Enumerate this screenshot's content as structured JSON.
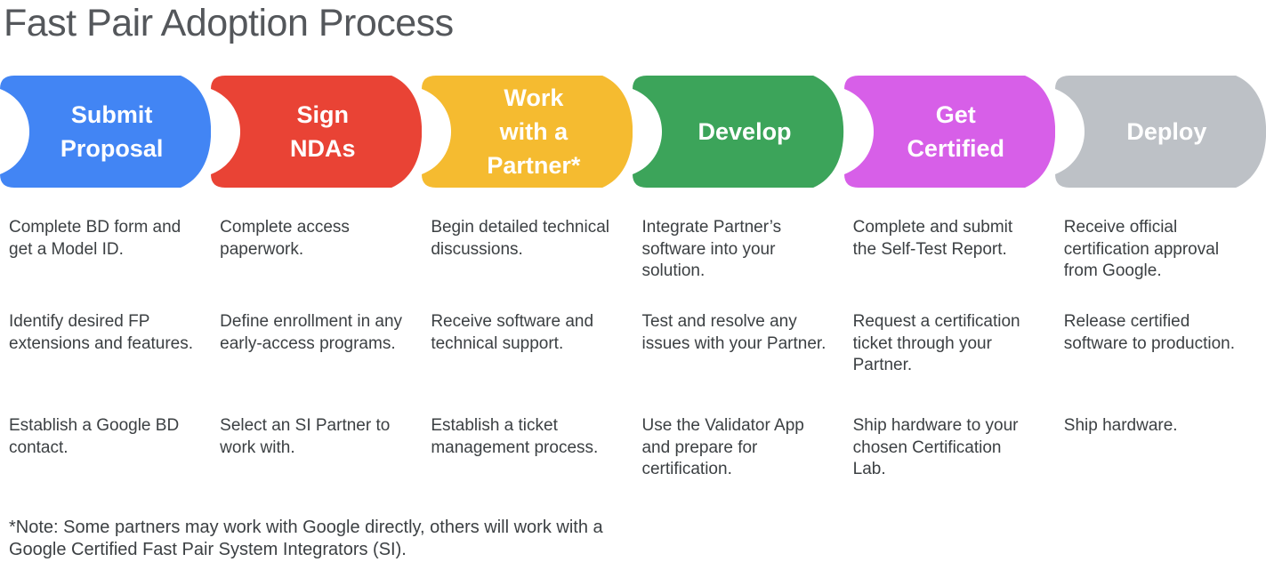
{
  "title": "Fast Pair Adoption Process",
  "colors": {
    "blue": "#4285F4",
    "red": "#E94335",
    "yellow": "#F5BB30",
    "green": "#3CA45A",
    "magenta": "#D75FE8",
    "gray": "#BDC1C6",
    "body_text": "#3C4043",
    "title_text": "#54575B",
    "step_label_text": "#FFFFFF"
  },
  "steps": [
    {
      "label": "Submit Proposal",
      "label_lines": [
        "Submit",
        "Proposal"
      ],
      "color": "#4285F4",
      "details": [
        "Complete BD form and get a Model ID.",
        "Identify desired FP extensions and features.",
        "Establish a Google BD contact."
      ]
    },
    {
      "label": "Sign NDAs",
      "label_lines": [
        "Sign",
        "NDAs"
      ],
      "color": "#E94335",
      "details": [
        "Complete access paperwork.",
        "Define enrollment in any early-access programs.",
        "Select an SI Partner to work with."
      ]
    },
    {
      "label": "Work with a Partner*",
      "label_lines": [
        "Work",
        "with a",
        "Partner*"
      ],
      "color": "#F5BB30",
      "details": [
        "Begin detailed technical discussions.",
        "Receive software and technical support.",
        "Establish a ticket management process."
      ]
    },
    {
      "label": "Develop",
      "label_lines": [
        "Develop"
      ],
      "color": "#3CA45A",
      "details": [
        "Integrate Partner’s software into your solution.",
        "Test and resolve any issues with your Partner.",
        "Use the Validator App and prepare for certification."
      ]
    },
    {
      "label": "Get Certified",
      "label_lines": [
        "Get",
        "Certified"
      ],
      "color": "#D75FE8",
      "details": [
        "Complete and submit the Self-Test Report.",
        "Request a certification ticket through your Partner.",
        "Ship hardware to your chosen Certification Lab."
      ]
    },
    {
      "label": "Deploy",
      "label_lines": [
        "Deploy"
      ],
      "color": "#BDC1C6",
      "details": [
        "Receive official certification approval from Google.",
        "Release certified software to production.",
        "Ship hardware."
      ]
    }
  ],
  "footnote": "*Note: Some partners may work with Google directly, others will work with a Google Certified Fast Pair System Integrators (SI)."
}
